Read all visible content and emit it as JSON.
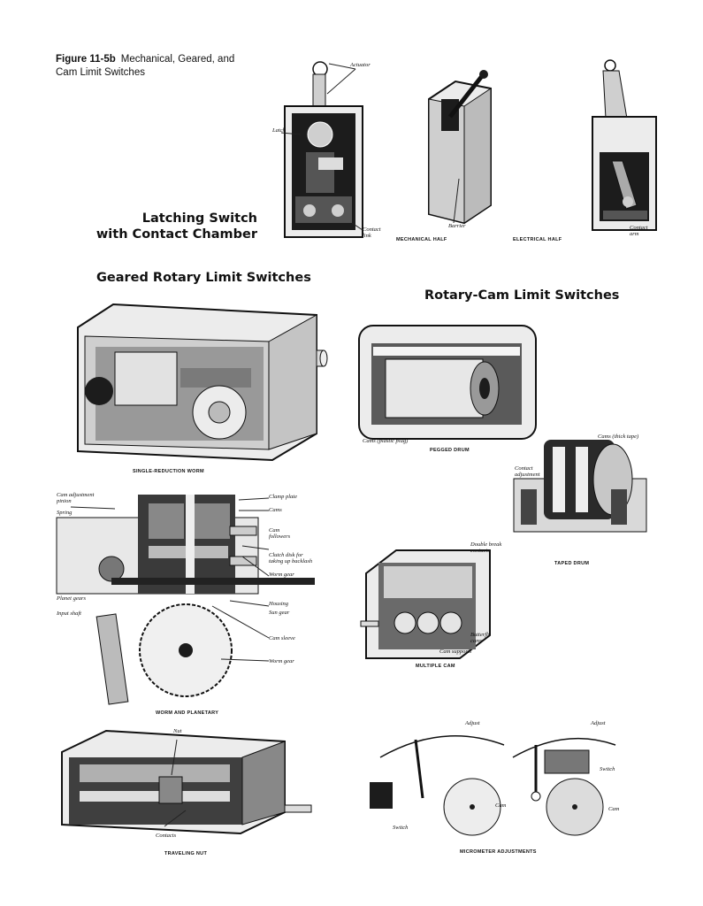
{
  "caption": {
    "figure_no": "Figure 11-5b",
    "title_line1": "Mechanical, Geared, and",
    "title_line2": "Cam Limit Switches"
  },
  "headings": {
    "latching_line1": "Latching Switch",
    "latching_line2": "with Contact Chamber",
    "geared": "Geared Rotary Limit Switches",
    "rotary_cam": "Rotary-Cam Limit Switches"
  },
  "latching": {
    "actuator": "Actuator",
    "latch": "Latch",
    "contact_link_1": "Contact",
    "contact_link_2": "link",
    "mechanical_half": "MECHANICAL HALF",
    "barrier": "Barrier",
    "electrical_half": "ELECTRICAL HALF",
    "contact_arm_1": "Contact",
    "contact_arm_2": "arm"
  },
  "geared": {
    "single_reduction": "SINGLE-REDUCTION WORM",
    "cam_adjust_1": "Cam adjustment",
    "cam_adjust_2": "pinion",
    "spring": "Spring",
    "clamp_plate": "Clamp plate",
    "cams": "Cams",
    "cam_followers_1": "Cam",
    "cam_followers_2": "followers",
    "clutch_1": "Clutch disk for",
    "clutch_2": "taking up backlash",
    "worm_gear_1": "Worm gear",
    "planet_gears": "Planet gears",
    "input_shaft": "Input shaft",
    "housing": "Housing",
    "sun_gear": "Sun gear",
    "cam_sleeve": "Cam sleeve",
    "worm_gear_2": "Worm gear",
    "worm_planetary": "WORM AND PLANETARY",
    "nut": "Nut",
    "contacts": "Contacts",
    "traveling_nut": "TRAVELING NUT"
  },
  "rotary": {
    "cams_plug": "Cams (plastic plug)",
    "pegged_drum": "PEGGED DRUM",
    "cams_tape": "Cams (thick tape)",
    "contact_adj_1": "Contact",
    "contact_adj_2": "adjustment",
    "taped_drum": "TAPED DRUM",
    "double_break_1": "Double break",
    "double_break_2": "contacts",
    "butterfly_1": "Butterfly",
    "butterfly_2": "cams",
    "cam_supports": "Cam supports",
    "multiple_cam": "MULTIPLE CAM",
    "adjust_1": "Adjust",
    "adjust_2": "Adjust",
    "switch_1": "Switch",
    "switch_2": "Switch",
    "cam_1": "Cam",
    "cam_2": "Cam",
    "micrometer": "MICROMETER ADJUSTMENTS"
  }
}
